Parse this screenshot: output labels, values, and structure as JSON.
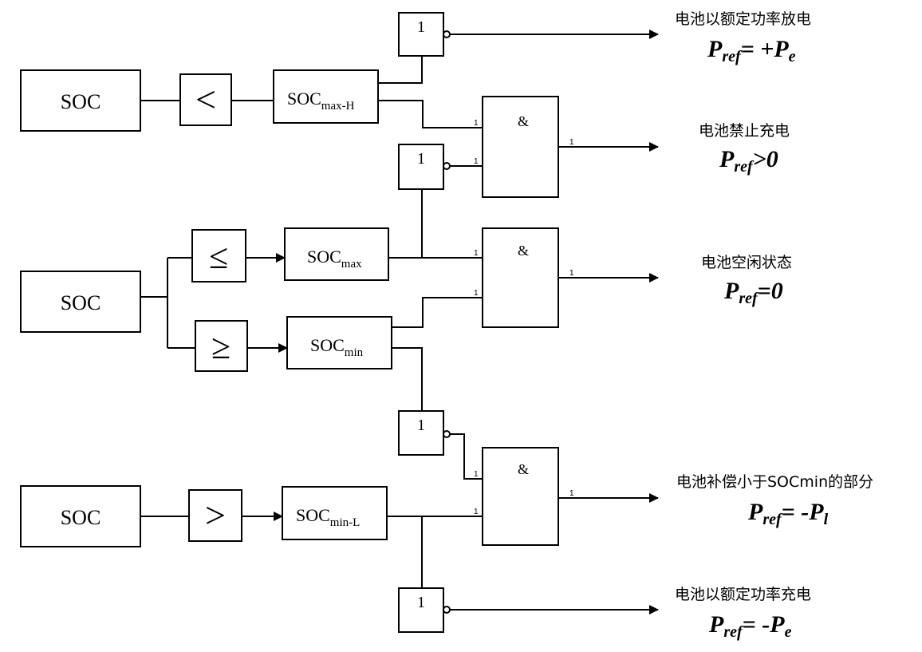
{
  "inputs": [
    "SOC",
    "SOC",
    "SOC"
  ],
  "comparators": {
    "lt": "<",
    "le": "≤",
    "ge": "≥",
    "gt": ">"
  },
  "thresholds": [
    {
      "main": "SOC",
      "sub": "max-H"
    },
    {
      "main": "SOC",
      "sub": "max"
    },
    {
      "main": "SOC",
      "sub": "min"
    },
    {
      "main": "SOC",
      "sub": "min-L"
    }
  ],
  "gates": {
    "not": "1",
    "and": "&",
    "pin": "1"
  },
  "outputs": [
    {
      "caption": "电池以额定功率放电",
      "p": "P",
      "ref": "ref",
      "rel": "= +P",
      "tail": "e"
    },
    {
      "caption": "电池禁止充电",
      "p": "P",
      "ref": "ref",
      "rel": ">0",
      "tail": ""
    },
    {
      "caption": "电池空闲状态",
      "p": "P",
      "ref": "ref",
      "rel": "=0",
      "tail": ""
    },
    {
      "caption": "电池补偿小于SOCmin的部分",
      "p": "P",
      "ref": "ref",
      "rel": "= -P",
      "tail": "l"
    },
    {
      "caption": "电池以额定功率充电",
      "p": "P",
      "ref": "ref",
      "rel": "= -P",
      "tail": "e"
    }
  ]
}
